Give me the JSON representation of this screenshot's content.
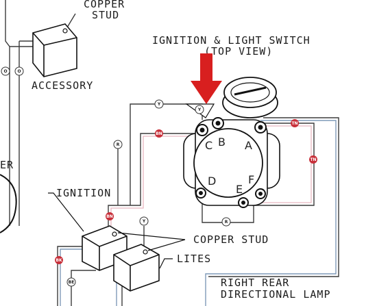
{
  "labels": {
    "copper_stud_top": "COPPER\nSTUD",
    "accessory": "ACCESSORY",
    "switch_title": "IGNITION & LIGHT SWITCH",
    "switch_subtitle": "(TOP VIEW)",
    "ignition": "IGNITION",
    "copper_stud_mid": "COPPER STUD",
    "lites": "LITES",
    "right_rear": "RIGHT REAR",
    "directional_lamp": "DIRECTIONAL LAMP",
    "partial_left": "ER"
  },
  "terminals": [
    "A",
    "B",
    "C",
    "D",
    "E",
    "F"
  ],
  "wire_codes": {
    "y1": "Y",
    "y2": "Y",
    "y3": "Y",
    "r1": "R",
    "r2": "R",
    "o1": "O",
    "o2": "O",
    "bn1": "BN",
    "bn2": "BN",
    "tn1": "TN",
    "tn2": "TN",
    "bk": "BK",
    "be": "BE"
  },
  "colors": {
    "arrow": "#d81f1f",
    "badge_red": "#c8303a",
    "wire_dark": "#3b3b3b",
    "wire_blue": "#7f9ab8"
  }
}
